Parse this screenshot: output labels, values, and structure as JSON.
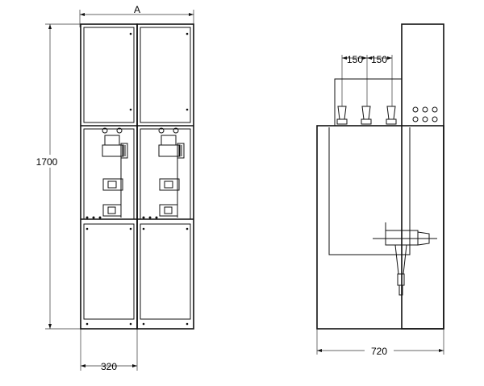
{
  "dimensions": {
    "top_width_label": "A",
    "height_label": "1700",
    "front_width_label": "320",
    "bushing_spacing_left": "150",
    "bushing_spacing_right": "150",
    "side_depth_label": "720"
  }
}
